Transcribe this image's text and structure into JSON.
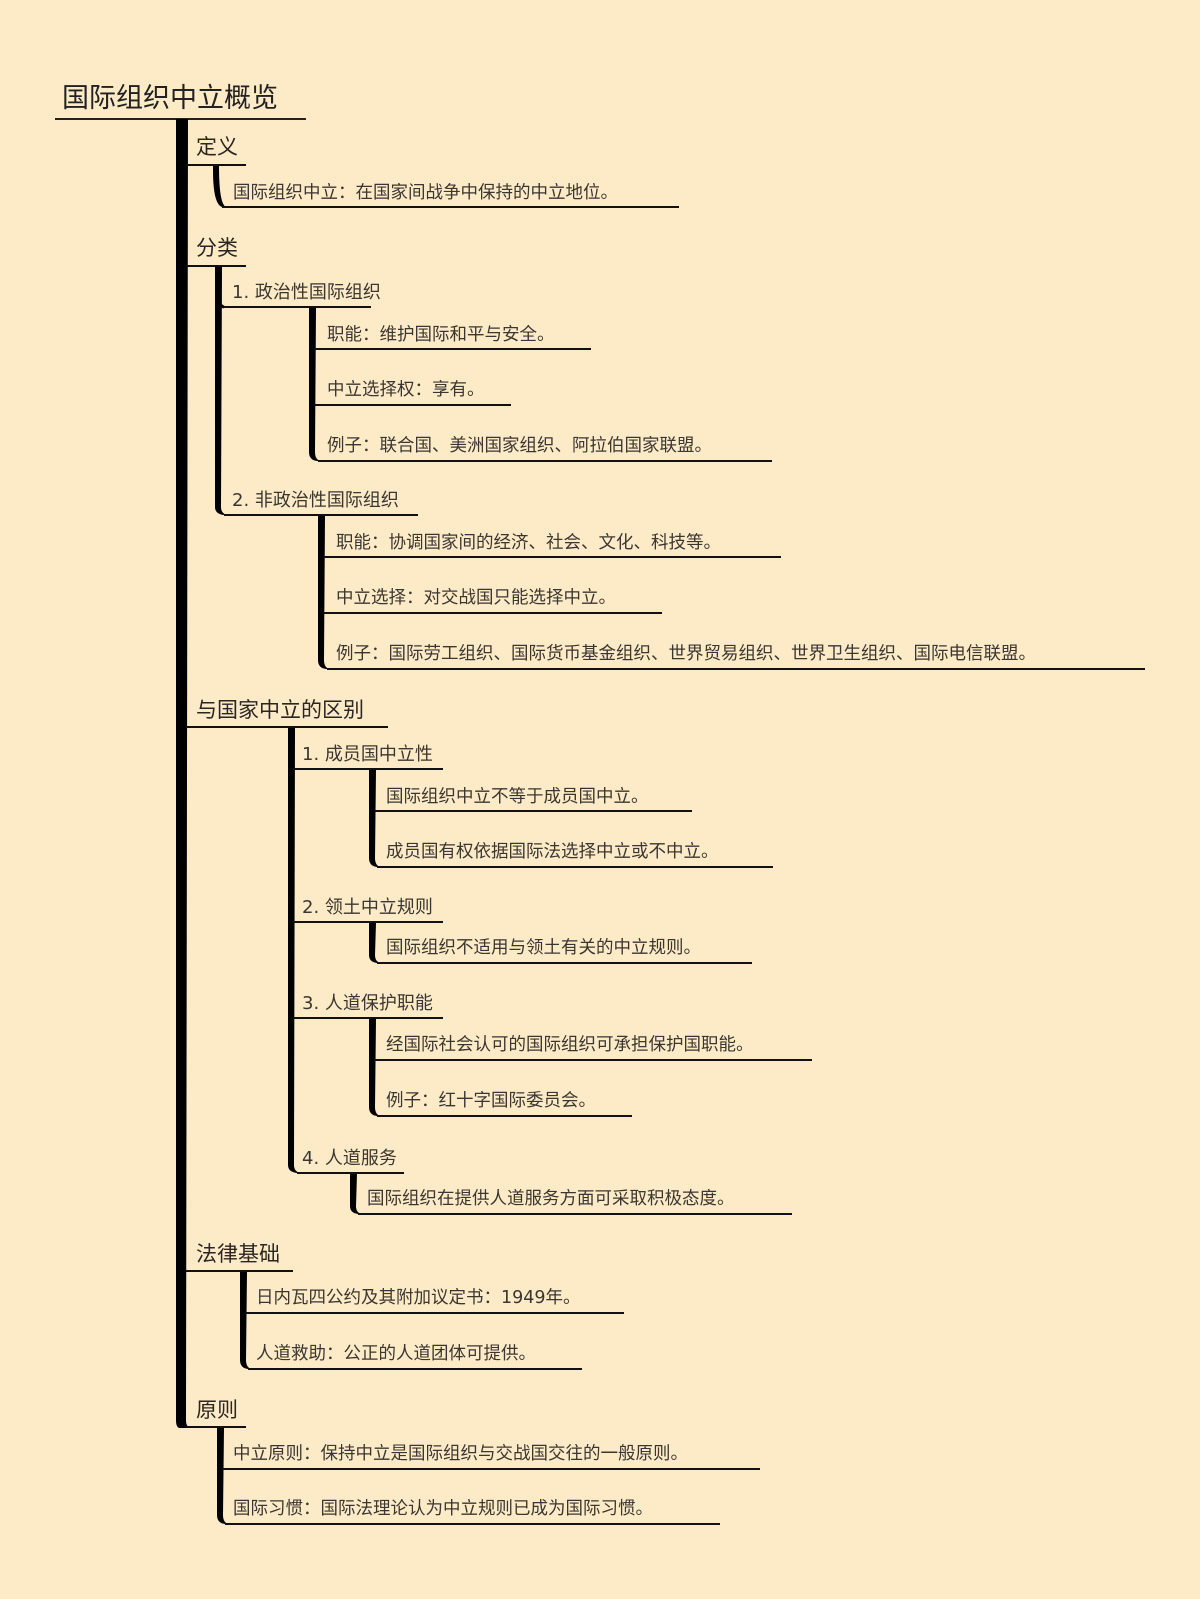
{
  "title": "国际组织中立概览",
  "branches": [
    {
      "label": "定义",
      "children": [
        {
          "label": "国际组织中立：在国家间战争中保持的中立地位。"
        }
      ]
    },
    {
      "label": "分类",
      "children": [
        {
          "label": "1. 政治性国际组织",
          "children": [
            {
              "label": "职能：维护国际和平与安全。"
            },
            {
              "label": "中立选择权：享有。"
            },
            {
              "label": "例子：联合国、美洲国家组织、阿拉伯国家联盟。"
            }
          ]
        },
        {
          "label": "2. 非政治性国际组织",
          "children": [
            {
              "label": "职能：协调国家间的经济、社会、文化、科技等。"
            },
            {
              "label": "中立选择：对交战国只能选择中立。"
            },
            {
              "label": "例子：国际劳工组织、国际货币基金组织、世界贸易组织、世界卫生组织、国际电信联盟。"
            }
          ]
        }
      ]
    },
    {
      "label": "与国家中立的区别",
      "children": [
        {
          "label": "1. 成员国中立性",
          "children": [
            {
              "label": "国际组织中立不等于成员国中立。"
            },
            {
              "label": "成员国有权依据国际法选择中立或不中立。"
            }
          ]
        },
        {
          "label": "2. 领土中立规则",
          "children": [
            {
              "label": "国际组织不适用与领土有关的中立规则。"
            }
          ]
        },
        {
          "label": "3. 人道保护职能",
          "children": [
            {
              "label": "经国际社会认可的国际组织可承担保护国职能。"
            },
            {
              "label": "例子：红十字国际委员会。"
            }
          ]
        },
        {
          "label": "4. 人道服务",
          "children": [
            {
              "label": "国际组织在提供人道服务方面可采取积极态度。"
            }
          ]
        }
      ]
    },
    {
      "label": "法律基础",
      "children": [
        {
          "label": "日内瓦四公约及其附加议定书：1949年。"
        },
        {
          "label": "人道救助：公正的人道团体可提供。"
        }
      ]
    },
    {
      "label": "原则",
      "children": [
        {
          "label": "中立原则：保持中立是国际组织与交战国交往的一般原则。"
        },
        {
          "label": "国际习惯：国际法理论认为中立规则已成为国际习惯。"
        }
      ]
    }
  ],
  "colors": {
    "background": "#fdebc8",
    "line": "#000000",
    "text": "#3a3630"
  }
}
